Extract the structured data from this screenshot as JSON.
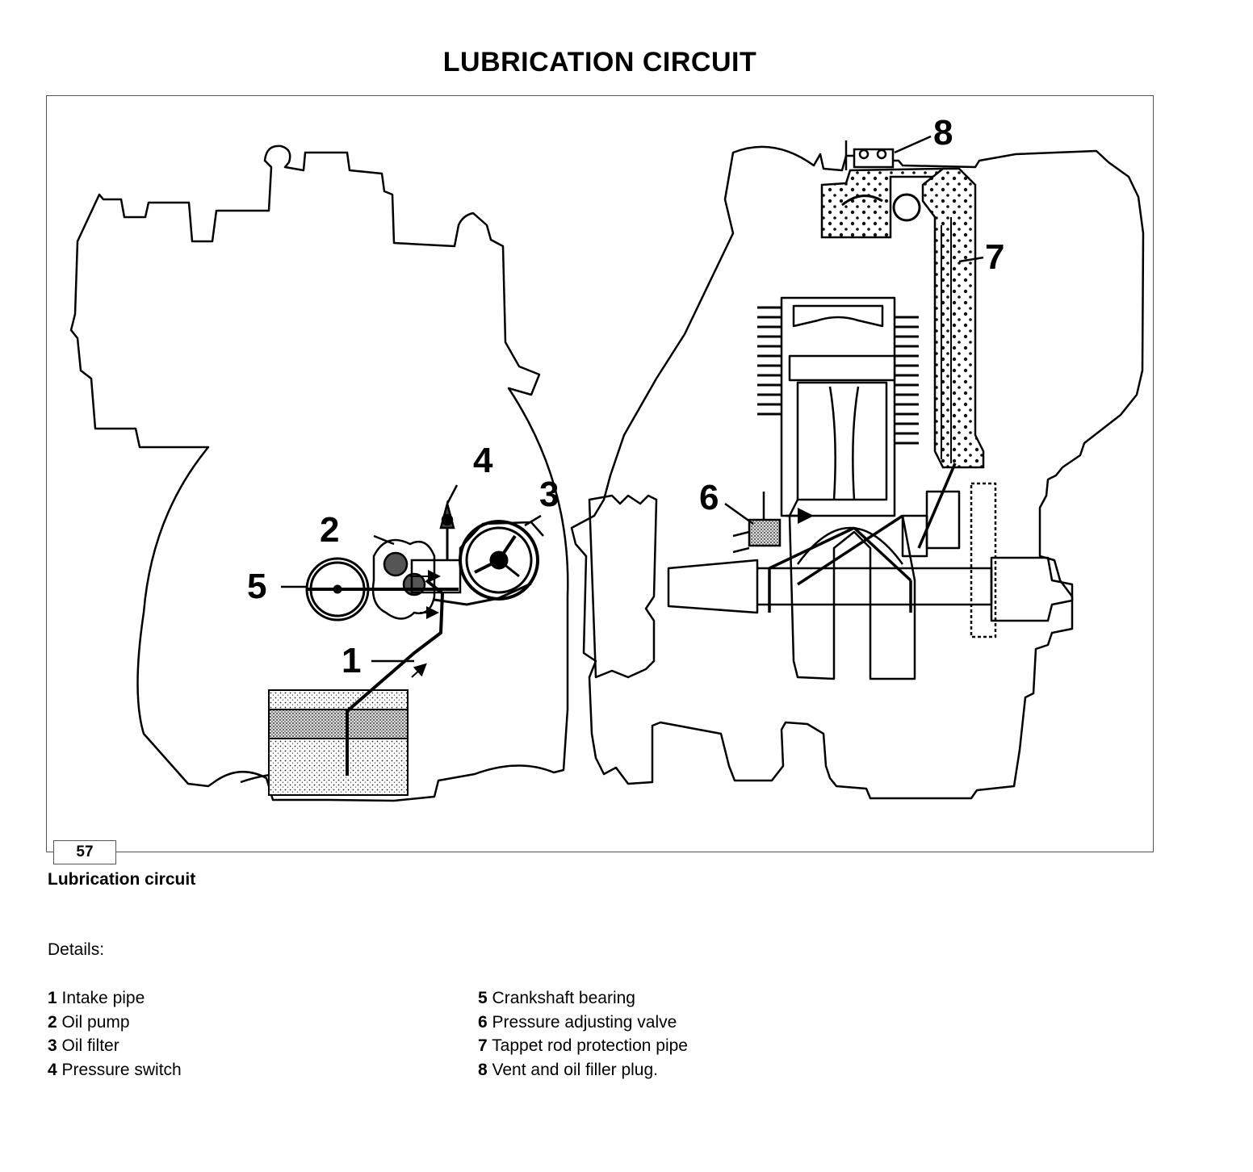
{
  "page": {
    "title": "LUBRICATION CIRCUIT",
    "figure_number": "57"
  },
  "figure": {
    "callouts": [
      "1",
      "2",
      "3",
      "4",
      "5",
      "6",
      "7",
      "8"
    ]
  },
  "caption": {
    "title": "Lubrication circuit",
    "details_label": "Details:"
  },
  "legend": {
    "left": [
      {
        "num": "1",
        "text": "Intake pipe"
      },
      {
        "num": "2",
        "text": "Oil pump"
      },
      {
        "num": "3",
        "text": "Oil filter"
      },
      {
        "num": "4",
        "text": "Pressure switch"
      }
    ],
    "right": [
      {
        "num": "5",
        "text": "Crankshaft bearing"
      },
      {
        "num": "6",
        "text": "Pressure adjusting valve"
      },
      {
        "num": "7",
        "text": "Tappet rod protection pipe"
      },
      {
        "num": "8",
        "text": "Vent and oil filler plug."
      }
    ]
  }
}
